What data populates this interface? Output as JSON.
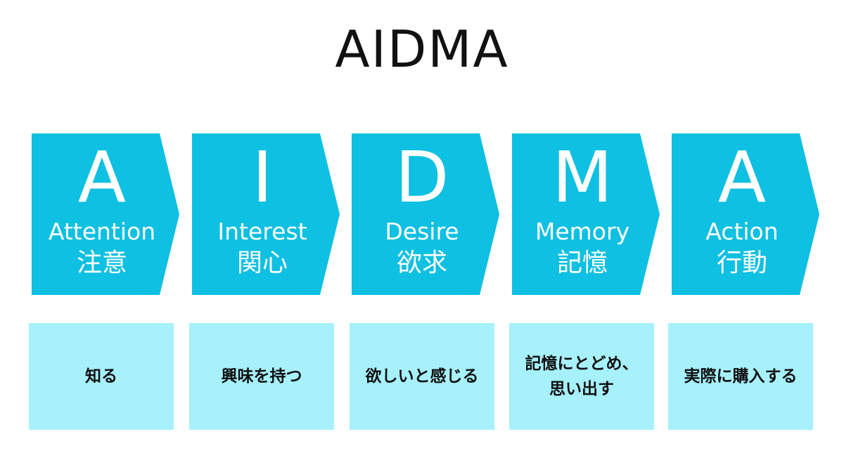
{
  "title": "AIDMA",
  "colors": {
    "stage_fill": "#0ec0e2",
    "action_fill": "#a6f1fb",
    "stage_text": "#ffffff",
    "action_text": "#111111"
  },
  "stages": [
    {
      "letter": "A",
      "word": "Attention",
      "jp": "注意",
      "action": "知る"
    },
    {
      "letter": "I",
      "word": "Interest",
      "jp": "関心",
      "action": "興味を持つ"
    },
    {
      "letter": "D",
      "word": "Desire",
      "jp": "欲求",
      "action": "欲しいと感じる"
    },
    {
      "letter": "M",
      "word": "Memory",
      "jp": "記憶",
      "action": "記憶にとどめ、\n思い出す"
    },
    {
      "letter": "A",
      "word": "Action",
      "jp": "行動",
      "action": "実際に購入する"
    }
  ]
}
